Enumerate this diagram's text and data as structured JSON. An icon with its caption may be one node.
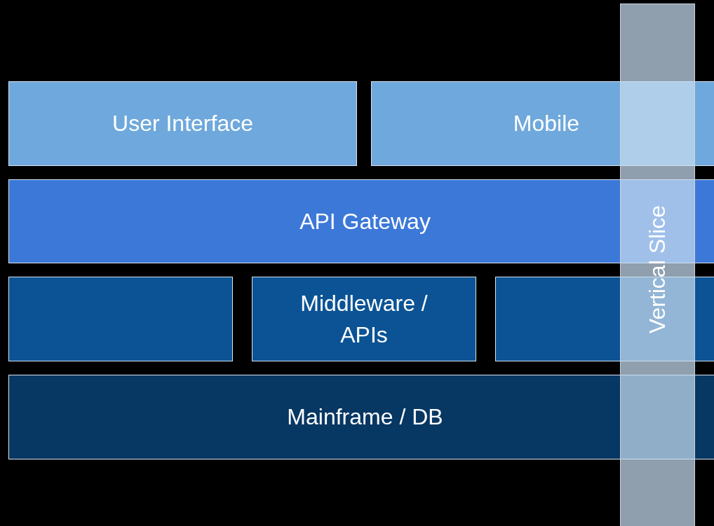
{
  "diagram": {
    "nodes": [
      {
        "text": [
          "User Interface"
        ]
      },
      {
        "text": [
          "Mobile"
        ]
      },
      {
        "text": [
          "API Gateway"
        ]
      },
      {
        "text": [],
        "shape": "box"
      },
      {
        "text": [
          "Middleware / APIs"
        ]
      },
      {
        "text": [],
        "shape": "box"
      },
      {
        "text": [
          "Mainframe / DB"
        ]
      },
      {
        "text": [
          "Vertical Slice"
        ]
      }
    ],
    "edges": []
  }
}
